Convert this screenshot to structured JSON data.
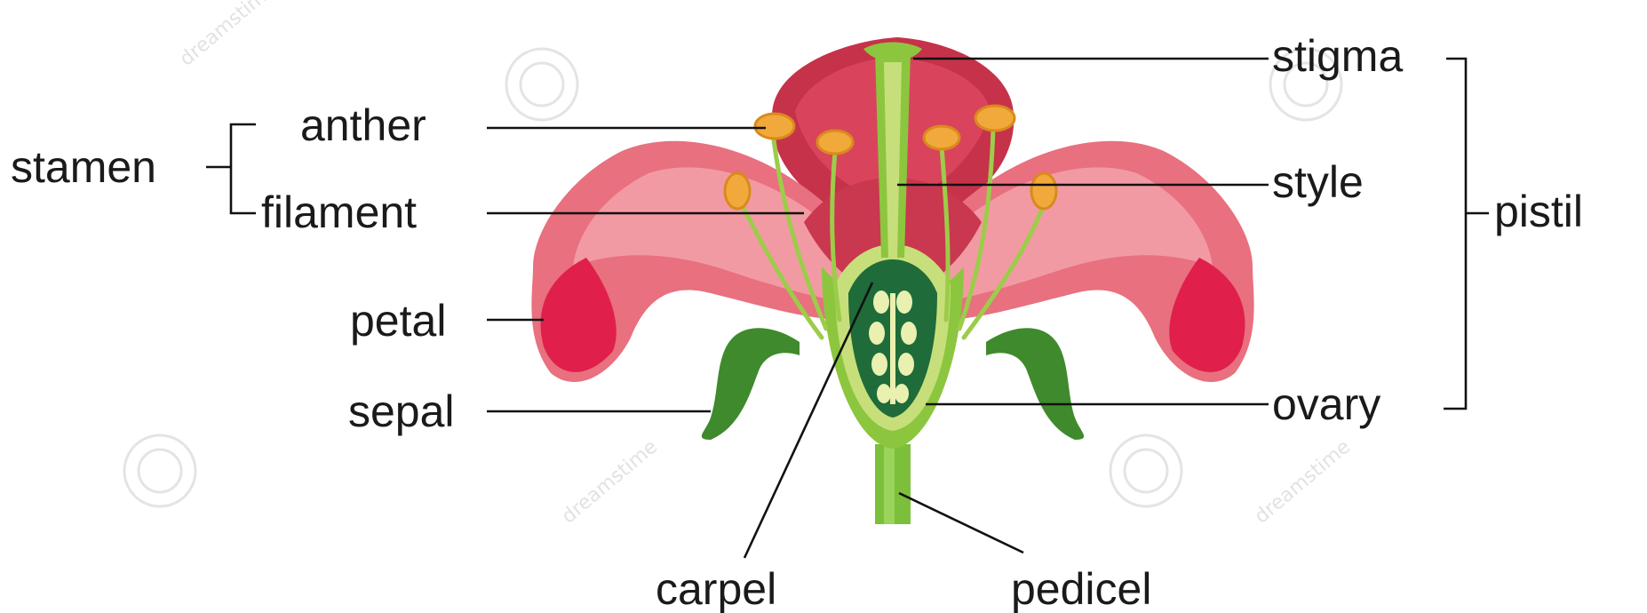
{
  "labels": {
    "stamen": "stamen",
    "anther": "anther",
    "filament": "filament",
    "petal": "petal",
    "sepal": "sepal",
    "carpel": "carpel",
    "pedicel": "pedicel",
    "stigma": "stigma",
    "style": "style",
    "ovary": "ovary",
    "pistil": "pistil"
  },
  "watermark": {
    "text": "dreamstime"
  },
  "colors": {
    "petal_outer": "#e8707f",
    "petal_mid": "#f29aa4",
    "petal_dark": "#c9384e",
    "petal_tip": "#e0204a",
    "sepal": "#3f8a2c",
    "stem": "#7bbf3a",
    "style": "#b8d96a",
    "ovary_inner": "#1f6b3a",
    "ovule": "#e9f0b0",
    "anther": "#f2a93b",
    "filament": "#9ccc4a"
  }
}
